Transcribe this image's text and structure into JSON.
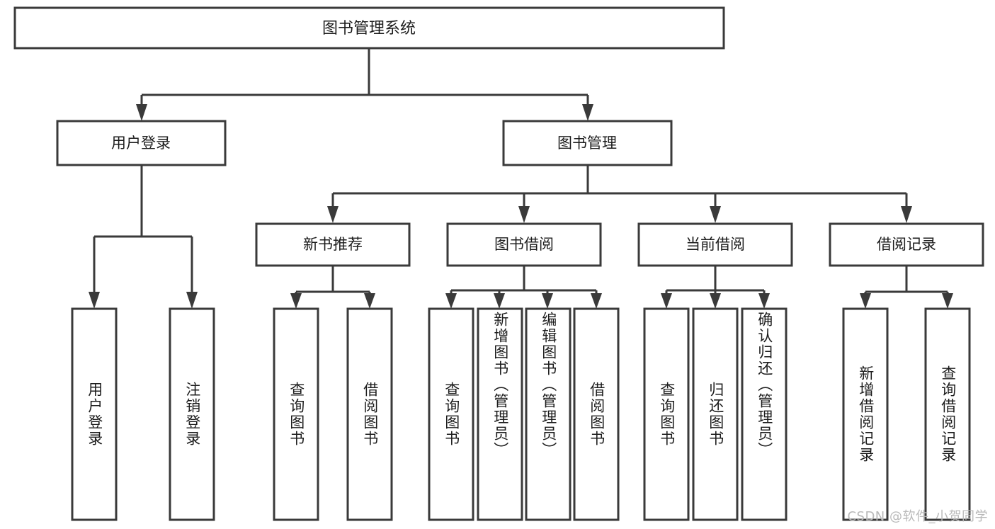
{
  "diagram": {
    "type": "tree",
    "title": "图书管理系统",
    "watermark": "CSDN @软件_小贺同学",
    "colors": {
      "box_stroke": "#3a3a3a",
      "box_fill": "#ffffff",
      "text": "#1c1c1c",
      "background": "#ffffff",
      "watermark": "#b9b9b9"
    },
    "root": {
      "id": "root",
      "label": "图书管理系统"
    },
    "level2": [
      {
        "id": "user-login",
        "label": "用户登录"
      },
      {
        "id": "book-manage",
        "label": "图书管理"
      }
    ],
    "level3": [
      {
        "id": "new-book-rec",
        "label": "新书推荐",
        "parent": "book-manage"
      },
      {
        "id": "book-borrow",
        "label": "图书借阅",
        "parent": "book-manage"
      },
      {
        "id": "current-borrow",
        "label": "当前借阅",
        "parent": "book-manage"
      },
      {
        "id": "borrow-record",
        "label": "借阅记录",
        "parent": "book-manage"
      }
    ],
    "leaves": [
      {
        "id": "leaf-user-login",
        "label": "用户登录",
        "parent": "user-login"
      },
      {
        "id": "leaf-user-logout",
        "label": "注销登录",
        "parent": "user-login"
      },
      {
        "id": "leaf-rec-query-book",
        "label": "查询图书",
        "parent": "new-book-rec"
      },
      {
        "id": "leaf-rec-borrow-book",
        "label": "借阅图书",
        "parent": "new-book-rec"
      },
      {
        "id": "leaf-borrow-query-book",
        "label": "查询图书",
        "parent": "book-borrow"
      },
      {
        "id": "leaf-borrow-add-book",
        "label": "新增图书（管理员）",
        "parent": "book-borrow"
      },
      {
        "id": "leaf-borrow-edit-book",
        "label": "编辑图书（管理员）",
        "parent": "book-borrow"
      },
      {
        "id": "leaf-borrow-borrow-book",
        "label": "借阅图书",
        "parent": "book-borrow"
      },
      {
        "id": "leaf-cur-query-book",
        "label": "查询图书",
        "parent": "current-borrow"
      },
      {
        "id": "leaf-cur-return-book",
        "label": "归还图书",
        "parent": "current-borrow"
      },
      {
        "id": "leaf-cur-confirm-return",
        "label": "确认归还（管理员）",
        "parent": "current-borrow"
      },
      {
        "id": "leaf-rec-add-record",
        "label": "新增借阅记录",
        "parent": "borrow-record"
      },
      {
        "id": "leaf-rec-query-record",
        "label": "查询借阅记录",
        "parent": "borrow-record"
      }
    ]
  }
}
